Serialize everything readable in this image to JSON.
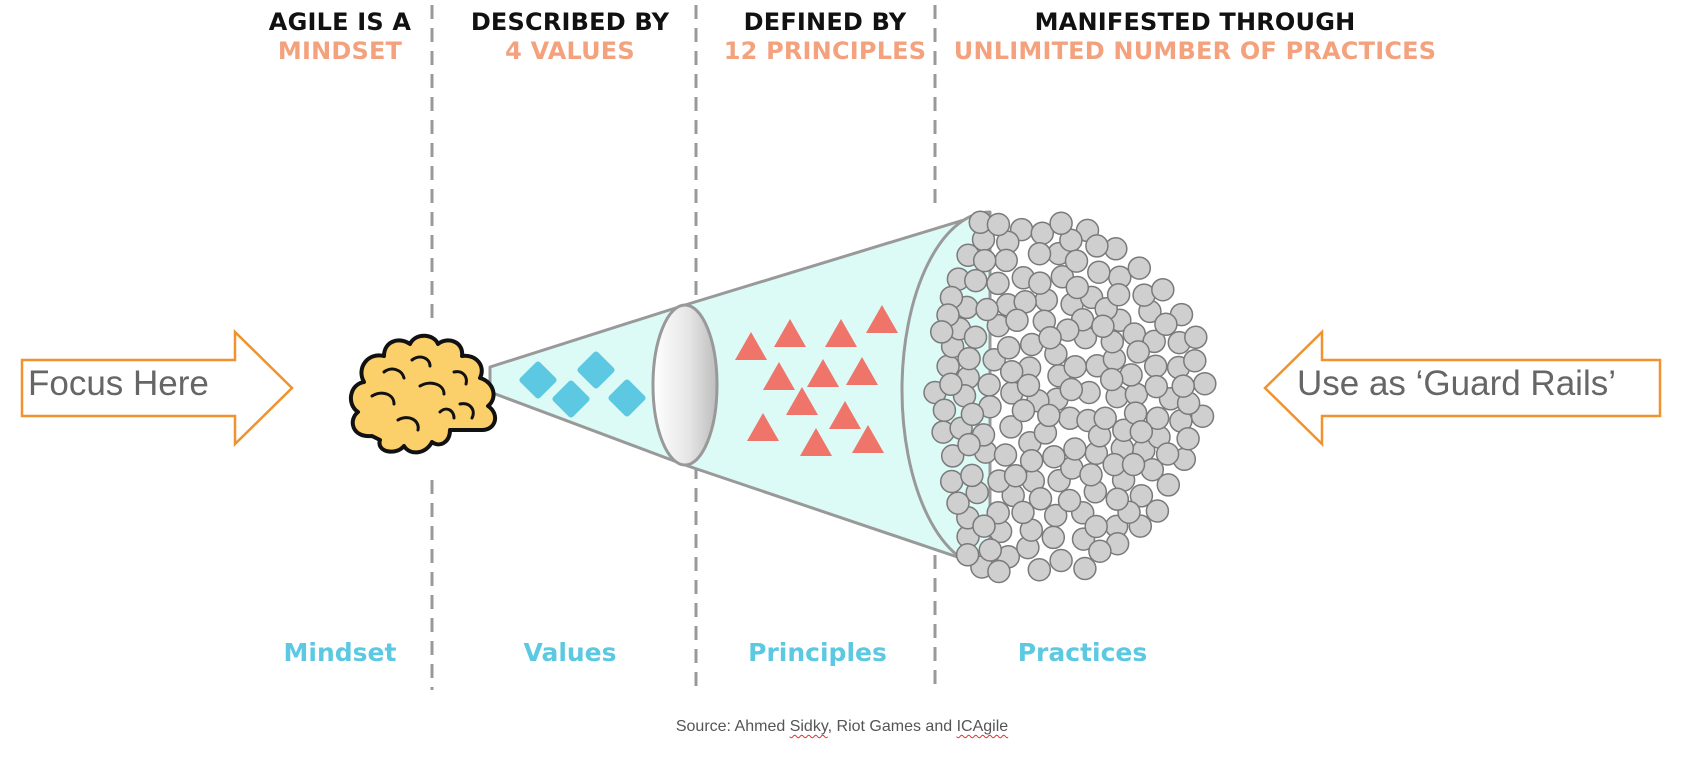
{
  "headers": [
    {
      "line1": "AGILE IS A",
      "line2": "MINDSET"
    },
    {
      "line1": "DESCRIBED BY",
      "line2": "4 VALUES"
    },
    {
      "line1": "DEFINED BY",
      "line2": "12 PRINCIPLES"
    },
    {
      "line1": "MANIFESTED THROUGH",
      "line2": "UNLIMITED NUMBER OF PRACTICES"
    }
  ],
  "column_labels": [
    "Mindset",
    "Values",
    "Principles",
    "Practices"
  ],
  "left_arrow": {
    "text": "Focus Here"
  },
  "right_arrow": {
    "text": "Use as ‘Guard Rails’"
  },
  "source": {
    "prefix": "Source: Ahmed ",
    "name1": "Sidky",
    "middle": ", Riot Games and ",
    "name2": "ICAgile"
  },
  "icons": [
    "brain-icon",
    "value-diamond-icon",
    "principle-triangle-icon",
    "practice-circle-icon"
  ],
  "colors": {
    "header_accent": "#f4a27e",
    "label": "#5cc8e2",
    "arrow_outline": "#f0922e",
    "funnel_fill": "#dcfaf6",
    "diamond": "#5cc8e2",
    "triangle": "#ef7469",
    "circle": "#cfcfcf",
    "brain": "#fbcf6a"
  }
}
